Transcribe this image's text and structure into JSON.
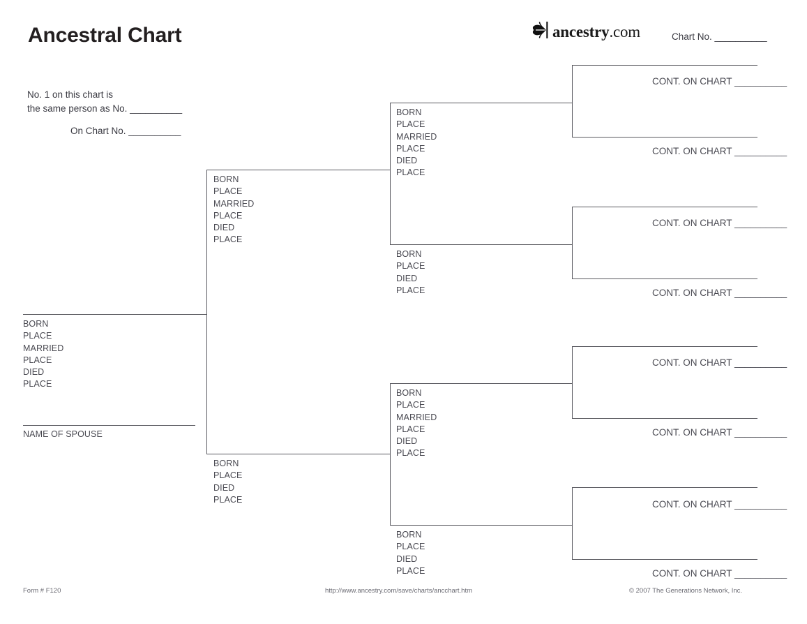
{
  "header": {
    "title": "Ancestral Chart",
    "logo_icon": "ancestry-leaf-icon",
    "logo_text_bold": "ancestry",
    "logo_text_light": ".com",
    "chart_no_label": "Chart No. __________"
  },
  "note": {
    "line1": "No. 1 on this chart is",
    "line2": "the same person as No. __________",
    "line3": "On Chart No. __________"
  },
  "fields": {
    "born": "BORN",
    "place": "PLACE",
    "married": "MARRIED",
    "died": "DIED",
    "name_of_spouse": "NAME OF SPOUSE",
    "cont_on_chart": "CONT. ON CHART __________"
  },
  "chart_data": {
    "type": "diagram",
    "title": "Ancestral Chart",
    "generations": 4,
    "person_1": {
      "position": "root",
      "name_line": true,
      "fields": [
        "BORN",
        "PLACE",
        "MARRIED",
        "PLACE",
        "DIED",
        "PLACE"
      ],
      "spouse_line": true,
      "spouse_label": "NAME OF SPOUSE"
    },
    "generation_2": [
      {
        "role": "father",
        "fields": [
          "BORN",
          "PLACE",
          "MARRIED",
          "PLACE",
          "DIED",
          "PLACE"
        ]
      },
      {
        "role": "mother",
        "fields": [
          "BORN",
          "PLACE",
          "DIED",
          "PLACE"
        ]
      }
    ],
    "generation_3": [
      {
        "role": "paternal-grandfather",
        "fields": [
          "BORN",
          "PLACE",
          "MARRIED",
          "PLACE",
          "DIED",
          "PLACE"
        ]
      },
      {
        "role": "paternal-grandmother",
        "fields": [
          "BORN",
          "PLACE",
          "DIED",
          "PLACE"
        ]
      },
      {
        "role": "maternal-grandfather",
        "fields": [
          "BORN",
          "PLACE",
          "MARRIED",
          "PLACE",
          "DIED",
          "PLACE"
        ]
      },
      {
        "role": "maternal-grandmother",
        "fields": [
          "BORN",
          "PLACE",
          "DIED",
          "PLACE"
        ]
      }
    ],
    "generation_4": [
      {
        "role": "great-grandparent-1",
        "label": "CONT. ON CHART __________"
      },
      {
        "role": "great-grandparent-2",
        "label": "CONT. ON CHART __________"
      },
      {
        "role": "great-grandparent-3",
        "label": "CONT. ON CHART __________"
      },
      {
        "role": "great-grandparent-4",
        "label": "CONT. ON CHART __________"
      },
      {
        "role": "great-grandparent-5",
        "label": "CONT. ON CHART __________"
      },
      {
        "role": "great-grandparent-6",
        "label": "CONT. ON CHART __________"
      },
      {
        "role": "great-grandparent-7",
        "label": "CONT. ON CHART __________"
      },
      {
        "role": "great-grandparent-8",
        "label": "CONT. ON CHART __________"
      }
    ]
  },
  "footer": {
    "form": "Form # F120",
    "url": "http://www.ancestry.com/save/charts/ancchart.htm",
    "copyright": "© 2007 The Generations Network, Inc."
  }
}
